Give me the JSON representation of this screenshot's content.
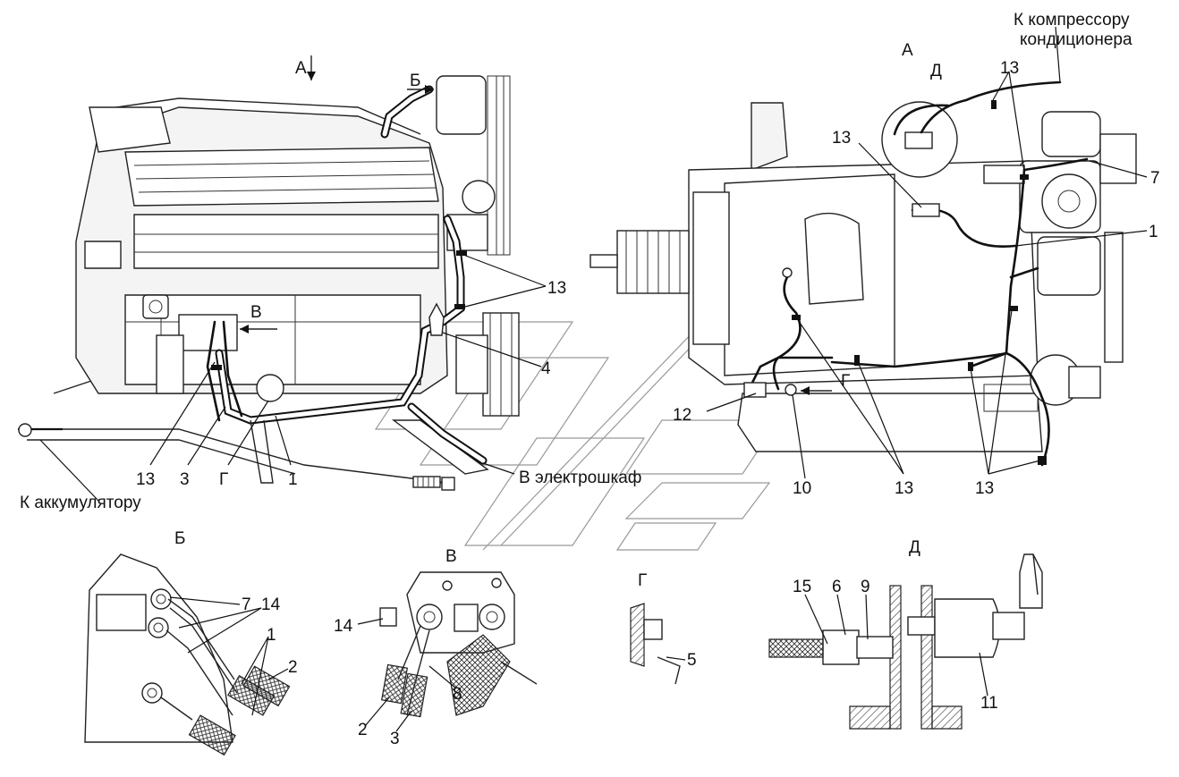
{
  "views": {
    "view_a_arrow": "А",
    "view_a_title": "А",
    "detail_b_arrow": "Б",
    "detail_v_arrow": "В",
    "detail_g_arrow": "Г",
    "detail_d_arrow": "Д",
    "detail_b_title": "Б",
    "detail_v_title": "В",
    "detail_g_title": "Г",
    "detail_d_title": "Д"
  },
  "annotations": {
    "to_battery": "К аккумулятору",
    "to_cabinet": "В электрошкаф",
    "to_compressor_line1": "К компрессору",
    "to_compressor_line2": "кондиционера"
  },
  "left_view_labels": {
    "p13_upper": "13",
    "p4": "4",
    "p13_lower": "13",
    "p3": "3",
    "pG": "Г",
    "p1": "1"
  },
  "right_view_labels": {
    "p13_top": "13",
    "p13_mid": "13",
    "p7": "7",
    "p1": "1",
    "p12": "12",
    "p10": "10",
    "p13_bottom": "13",
    "p13_right": "13"
  },
  "detail_b_labels": {
    "p7": "7",
    "p14": "14",
    "p1": "1",
    "p2": "2"
  },
  "detail_v_labels": {
    "p14": "14",
    "p2": "2",
    "p3": "3",
    "p8": "8"
  },
  "detail_g_labels": {
    "p5": "5"
  },
  "detail_d_labels": {
    "p15": "15",
    "p6": "6",
    "p9": "9",
    "p11": "11"
  }
}
